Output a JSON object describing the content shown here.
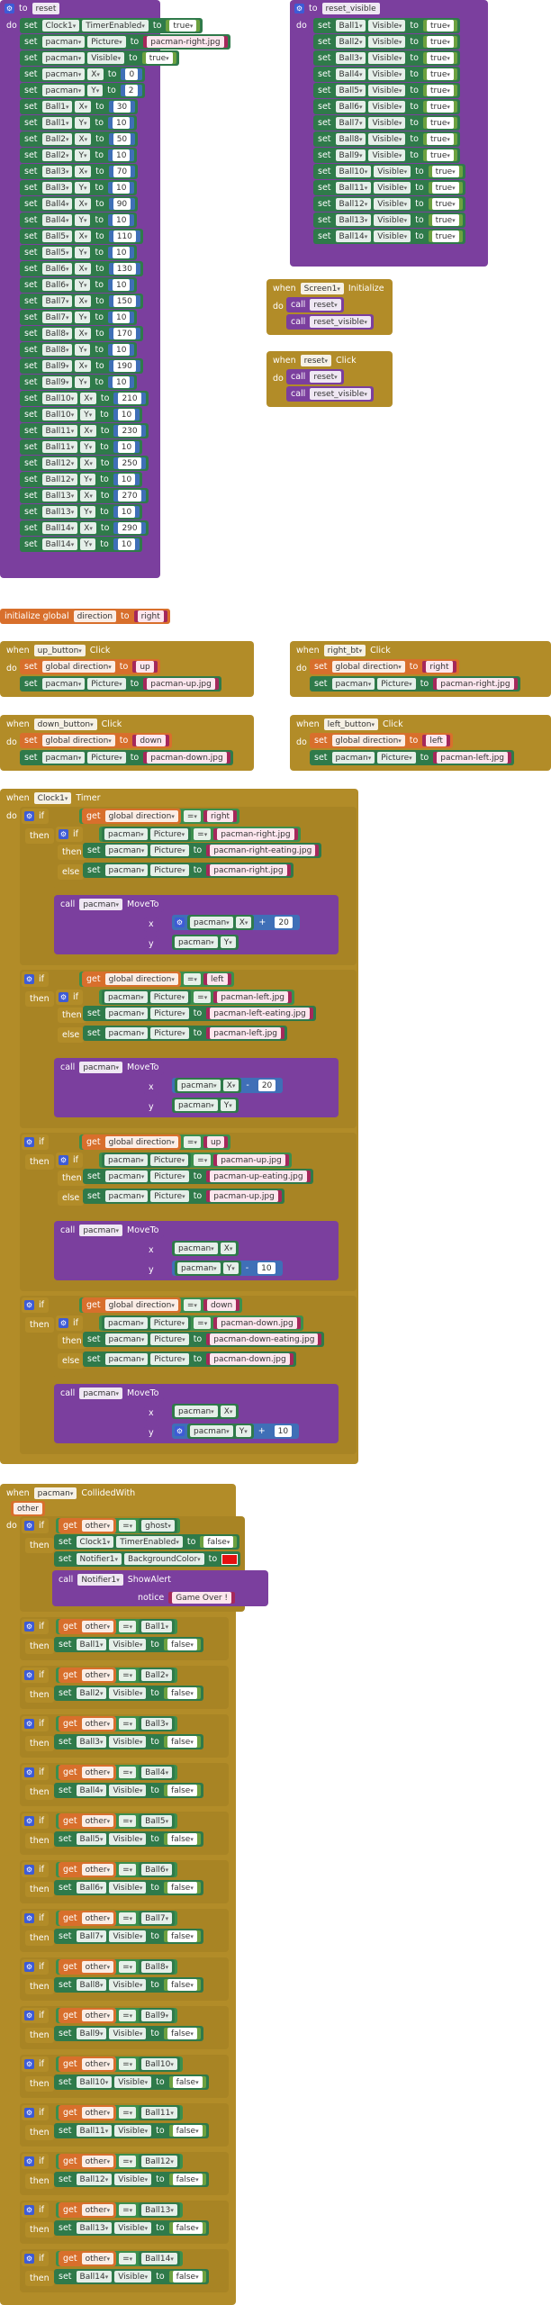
{
  "keywords": {
    "to": "to",
    "do": "do",
    "set": "set",
    "to_kw": "to",
    "when": "when",
    "call": "call",
    "if": "if",
    "then": "then",
    "else": "else",
    "get": "get",
    "init_global": "initialize global",
    "x": "x",
    "y": "y",
    "notice": "notice",
    "equals": "=",
    "plus": "+",
    "minus": "-",
    "true": "true",
    "false": "false"
  },
  "reset_proc": {
    "name": "reset",
    "sets": [
      {
        "target": "Clock1",
        "prop": "TimerEnabled",
        "value": "true",
        "kind": "bool"
      },
      {
        "target": "pacman",
        "prop": "Picture",
        "value": "pacman-right.jpg",
        "kind": "str"
      },
      {
        "target": "pacman",
        "prop": "Visible",
        "value": "true",
        "kind": "bool"
      },
      {
        "target": "pacman",
        "prop": "X",
        "value": "0",
        "kind": "num"
      },
      {
        "target": "pacman",
        "prop": "Y",
        "value": "2",
        "kind": "num"
      },
      {
        "target": "Ball1",
        "prop": "X",
        "value": "30",
        "kind": "num"
      },
      {
        "target": "Ball1",
        "prop": "Y",
        "value": "10",
        "kind": "num"
      },
      {
        "target": "Ball2",
        "prop": "X",
        "value": "50",
        "kind": "num"
      },
      {
        "target": "Ball2",
        "prop": "Y",
        "value": "10",
        "kind": "num"
      },
      {
        "target": "Ball3",
        "prop": "X",
        "value": "70",
        "kind": "num"
      },
      {
        "target": "Ball3",
        "prop": "Y",
        "value": "10",
        "kind": "num"
      },
      {
        "target": "Ball4",
        "prop": "X",
        "value": "90",
        "kind": "num"
      },
      {
        "target": "Ball4",
        "prop": "Y",
        "value": "10",
        "kind": "num"
      },
      {
        "target": "Ball5",
        "prop": "X",
        "value": "110",
        "kind": "num"
      },
      {
        "target": "Ball5",
        "prop": "Y",
        "value": "10",
        "kind": "num"
      },
      {
        "target": "Ball6",
        "prop": "X",
        "value": "130",
        "kind": "num"
      },
      {
        "target": "Ball6",
        "prop": "Y",
        "value": "10",
        "kind": "num"
      },
      {
        "target": "Ball7",
        "prop": "X",
        "value": "150",
        "kind": "num"
      },
      {
        "target": "Ball7",
        "prop": "Y",
        "value": "10",
        "kind": "num"
      },
      {
        "target": "Ball8",
        "prop": "X",
        "value": "170",
        "kind": "num"
      },
      {
        "target": "Ball8",
        "prop": "Y",
        "value": "10",
        "kind": "num"
      },
      {
        "target": "Ball9",
        "prop": "X",
        "value": "190",
        "kind": "num"
      },
      {
        "target": "Ball9",
        "prop": "Y",
        "value": "10",
        "kind": "num"
      },
      {
        "target": "Ball10",
        "prop": "X",
        "value": "210",
        "kind": "num"
      },
      {
        "target": "Ball10",
        "prop": "Y",
        "value": "10",
        "kind": "num"
      },
      {
        "target": "Ball11",
        "prop": "X",
        "value": "230",
        "kind": "num"
      },
      {
        "target": "Ball11",
        "prop": "Y",
        "value": "10",
        "kind": "num"
      },
      {
        "target": "Ball12",
        "prop": "X",
        "value": "250",
        "kind": "num"
      },
      {
        "target": "Ball12",
        "prop": "Y",
        "value": "10",
        "kind": "num"
      },
      {
        "target": "Ball13",
        "prop": "X",
        "value": "270",
        "kind": "num"
      },
      {
        "target": "Ball13",
        "prop": "Y",
        "value": "10",
        "kind": "num"
      },
      {
        "target": "Ball14",
        "prop": "X",
        "value": "290",
        "kind": "num"
      },
      {
        "target": "Ball14",
        "prop": "Y",
        "value": "10",
        "kind": "num"
      }
    ]
  },
  "reset_visible_proc": {
    "name": "reset_visible",
    "sets": [
      {
        "target": "Ball1",
        "prop": "Visible",
        "value": "true"
      },
      {
        "target": "Ball2",
        "prop": "Visible",
        "value": "true"
      },
      {
        "target": "Ball3",
        "prop": "Visible",
        "value": "true"
      },
      {
        "target": "Ball4",
        "prop": "Visible",
        "value": "true"
      },
      {
        "target": "Ball5",
        "prop": "Visible",
        "value": "true"
      },
      {
        "target": "Ball6",
        "prop": "Visible",
        "value": "true"
      },
      {
        "target": "Ball7",
        "prop": "Visible",
        "value": "true"
      },
      {
        "target": "Ball8",
        "prop": "Visible",
        "value": "true"
      },
      {
        "target": "Ball9",
        "prop": "Visible",
        "value": "true"
      },
      {
        "target": "Ball10",
        "prop": "Visible",
        "value": "true"
      },
      {
        "target": "Ball11",
        "prop": "Visible",
        "value": "true"
      },
      {
        "target": "Ball12",
        "prop": "Visible",
        "value": "true"
      },
      {
        "target": "Ball13",
        "prop": "Visible",
        "value": "true"
      },
      {
        "target": "Ball14",
        "prop": "Visible",
        "value": "true"
      }
    ]
  },
  "screen_init": {
    "component": "Screen1",
    "event": "Initialize",
    "calls": [
      "reset",
      "reset_visible"
    ]
  },
  "reset_click": {
    "component": "reset",
    "event": "Click",
    "calls": [
      "reset",
      "reset_visible"
    ]
  },
  "global_var": {
    "name": "direction",
    "value": "right"
  },
  "buttons": [
    {
      "component": "up_button",
      "event": "Click",
      "var": "global direction",
      "dir": "up",
      "pic": "pacman-up.jpg"
    },
    {
      "component": "right_bt",
      "event": "Click",
      "var": "global direction",
      "dir": "right",
      "pic": "pacman-right.jpg"
    },
    {
      "component": "down_button",
      "event": "Click",
      "var": "global direction",
      "dir": "down",
      "pic": "pacman-down.jpg"
    },
    {
      "component": "left_button",
      "event": "Click",
      "var": "global direction",
      "dir": "left",
      "pic": "pacman-left.jpg"
    }
  ],
  "timer": {
    "component": "Clock1",
    "event": "Timer",
    "branches": [
      {
        "dir": "right",
        "pic": "pacman-right.jpg",
        "eat": "pacman-right-eating.jpg",
        "axis": "X",
        "op": "+",
        "amt": "20"
      },
      {
        "dir": "left",
        "pic": "pacman-left.jpg",
        "eat": "pacman-left-eating.jpg",
        "axis": "X",
        "op": "-",
        "amt": "20"
      },
      {
        "dir": "up",
        "pic": "pacman-up.jpg",
        "eat": "pacman-up-eating.jpg",
        "axis": "Y",
        "op": "-",
        "amt": "10"
      },
      {
        "dir": "down",
        "pic": "pacman-down.jpg",
        "eat": "pacman-down-eating.jpg",
        "axis": "Y",
        "op": "+",
        "amt": "10"
      }
    ],
    "var": "global direction",
    "sprite": "pacman",
    "picture": "Picture",
    "method": "MoveTo",
    "xprop": "X",
    "yprop": "Y"
  },
  "collided": {
    "component": "pacman",
    "event": "CollidedWith",
    "param": "other",
    "getvar": "other",
    "ghost": "ghost",
    "clock": "Clock1",
    "timer_prop": "TimerEnabled",
    "notifier": "Notifier1",
    "bg_prop": "BackgroundColor",
    "bg_color": "#e41010",
    "alert_method": "ShowAlert",
    "message": "Game Over !",
    "balls": [
      "Ball1",
      "Ball2",
      "Ball3",
      "Ball4",
      "Ball5",
      "Ball6",
      "Ball7",
      "Ball8",
      "Ball9",
      "Ball10",
      "Ball11",
      "Ball12",
      "Ball13",
      "Ball14"
    ],
    "visible_prop": "Visible"
  }
}
